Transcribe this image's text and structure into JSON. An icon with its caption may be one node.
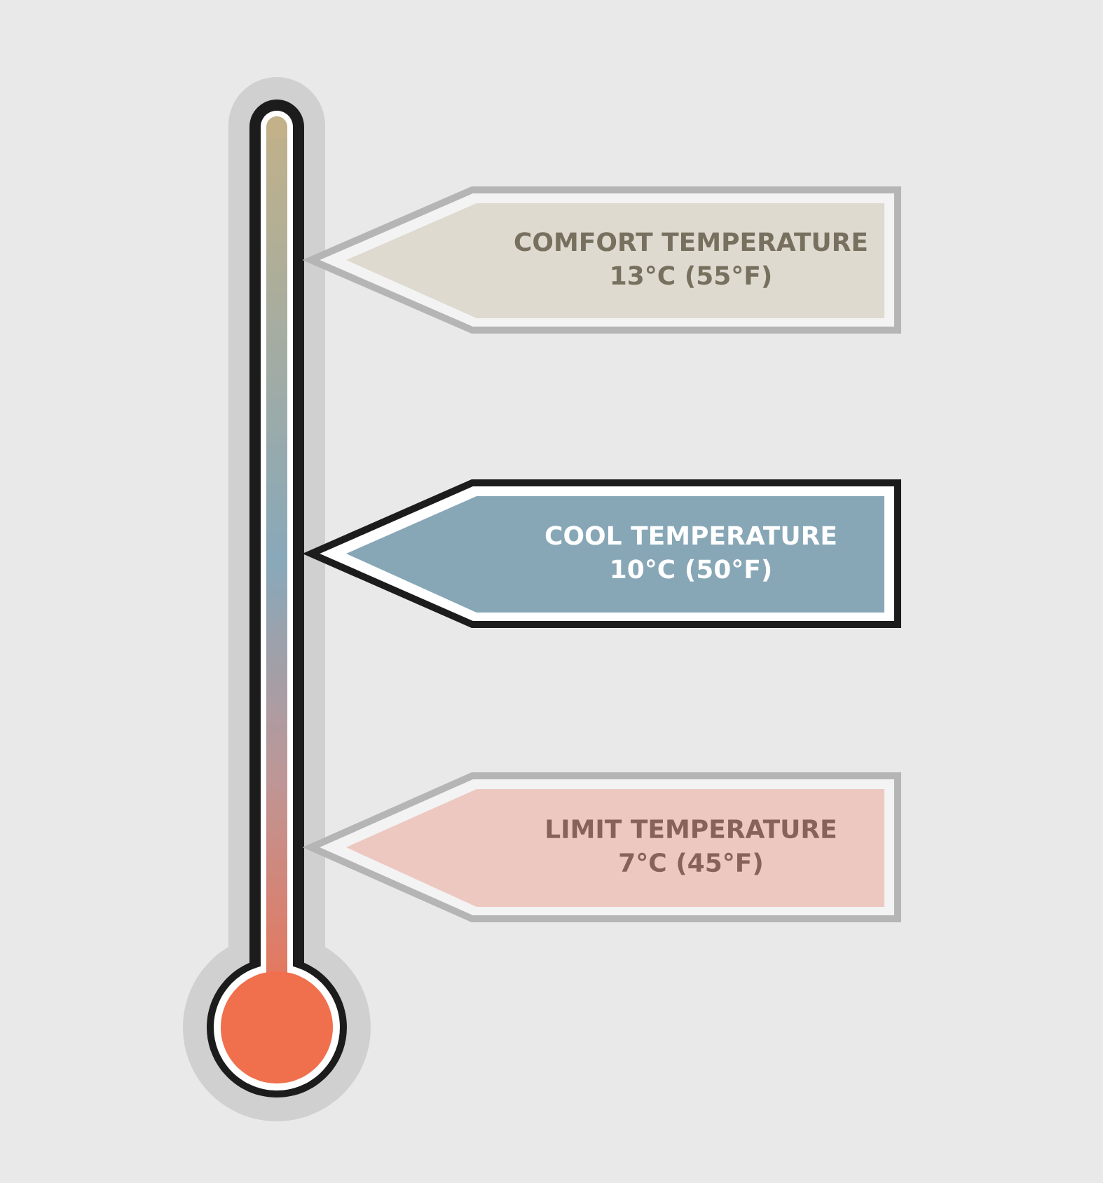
{
  "diagram": {
    "nodes": [
      {
        "text": [
          "COMFORT TEMPERATURE",
          "13°C (55°F)"
        ]
      },
      {
        "text": [
          "COOL TEMPERATURE",
          "10°C (50°F)"
        ]
      },
      {
        "text": [
          "LIMIT TEMPERATURE",
          "7°C (45°F)"
        ]
      }
    ]
  }
}
